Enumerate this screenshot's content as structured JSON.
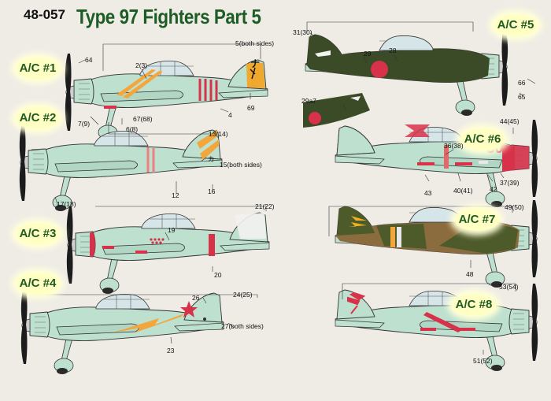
{
  "sheet": {
    "code": "48-057",
    "title": "Type 97 Fighters Part 5"
  },
  "colors": {
    "title_green": "#1d5c25",
    "aircraft_light_green": "#bde0cf",
    "dark_green": "#3b4a27",
    "hinomaru_red": "#d8324a",
    "orange": "#f3a63c",
    "badge_yellow": "#ffffc4"
  },
  "aircraft": [
    {
      "badge": "A/C #1",
      "callouts": [
        "64",
        "2(3)",
        "5(both sides)",
        "ナ",
        "69",
        "4",
        "7(9)",
        "67(68)",
        "6(8)"
      ]
    },
    {
      "badge": "A/C #2",
      "callouts": [
        "13(14)",
        "カ",
        "15(both sides)",
        "12",
        "16",
        "17(18)"
      ]
    },
    {
      "badge": "A/C #3",
      "callouts": [
        "21(22)",
        "19",
        "20"
      ]
    },
    {
      "badge": "A/C #4",
      "callouts": [
        "26",
        "24(25)",
        "27(both sides)",
        "23"
      ]
    },
    {
      "badge": "A/C #5",
      "callouts": [
        "31(30)",
        "29",
        "28",
        "66",
        "65",
        "29a7"
      ]
    },
    {
      "badge": "A/C #6",
      "callouts": [
        "44(45)",
        "30",
        "36(38)",
        "43",
        "40(41)",
        "42",
        "37(39)"
      ]
    },
    {
      "badge": "A/C #7",
      "callouts": [
        "49(50)",
        "48"
      ]
    },
    {
      "badge": "A/C #8",
      "callouts": [
        "53(54)",
        "51(52)"
      ]
    }
  ]
}
